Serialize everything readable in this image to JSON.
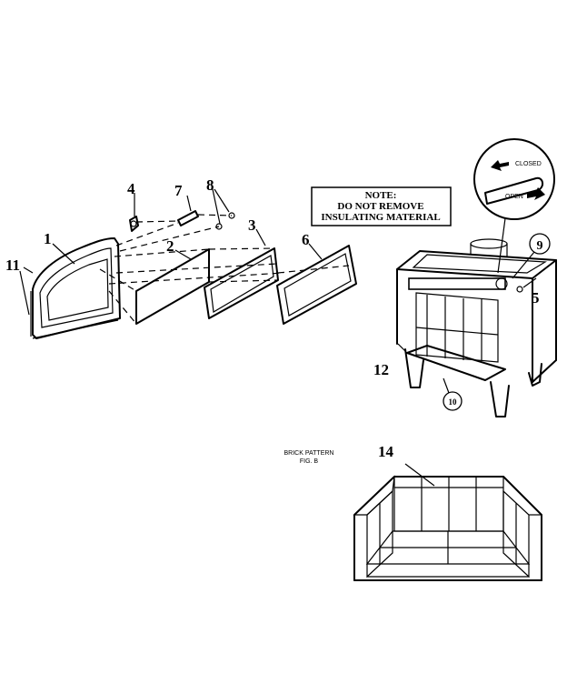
{
  "callouts": [
    {
      "id": "1",
      "text": "1"
    },
    {
      "id": "2",
      "text": "2"
    },
    {
      "id": "3",
      "text": "3"
    },
    {
      "id": "4",
      "text": "4"
    },
    {
      "id": "5",
      "text": "5"
    },
    {
      "id": "6",
      "text": "6"
    },
    {
      "id": "7",
      "text": "7"
    },
    {
      "id": "8",
      "text": "8"
    },
    {
      "id": "9",
      "text": "9"
    },
    {
      "id": "10",
      "text": "10"
    },
    {
      "id": "11",
      "text": "11"
    },
    {
      "id": "12",
      "text": "12"
    },
    {
      "id": "14",
      "text": "14"
    }
  ],
  "note": {
    "line1": "NOTE:",
    "line2": "DO NOT REMOVE",
    "line3": "INSULATING MATERIAL"
  },
  "damper": {
    "closed": "CLOSED",
    "open": "OPEN"
  },
  "brick_pattern": {
    "line1": "BRICK PATTERN",
    "line2": "FIG. B"
  }
}
